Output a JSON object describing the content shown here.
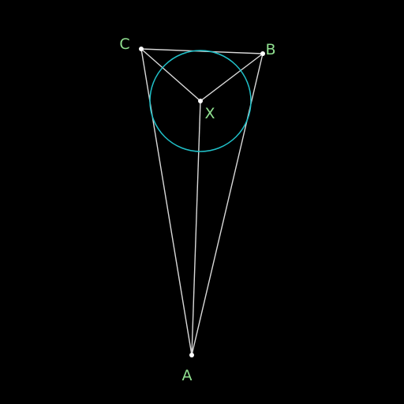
{
  "diagram": {
    "background_color": "#000000",
    "line_color": "#d9d9d9",
    "circle_color": "#20c0c8",
    "label_color": "#90e090",
    "point_color": "#ffffff",
    "points": {
      "A": {
        "label": "A"
      },
      "B": {
        "label": "B"
      },
      "C": {
        "label": "C"
      },
      "X": {
        "label": "X"
      }
    },
    "segments": [
      [
        "A",
        "B"
      ],
      [
        "B",
        "C"
      ],
      [
        "C",
        "A"
      ],
      [
        "X",
        "A"
      ],
      [
        "X",
        "B"
      ],
      [
        "X",
        "C"
      ]
    ],
    "circles": [
      {
        "center": "X"
      }
    ]
  }
}
